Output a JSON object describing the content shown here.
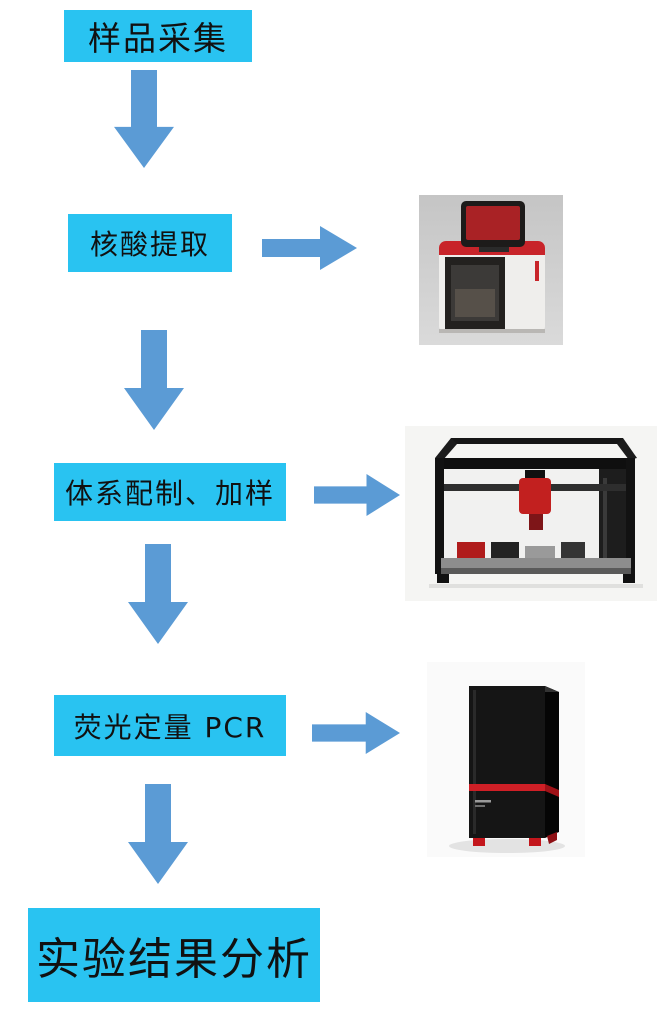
{
  "diagram": {
    "title": "qPCR workflow flowchart",
    "steps": [
      {
        "id": "sample-collection",
        "label": "样品采集"
      },
      {
        "id": "nucleic-acid-extraction",
        "label": "核酸提取"
      },
      {
        "id": "system-prep-and-loading",
        "label": "体系配制、加样"
      },
      {
        "id": "fluorescence-qpcr",
        "label": "荧光定量 PCR"
      },
      {
        "id": "result-analysis",
        "label": "实验结果分析"
      }
    ],
    "arrows": [
      {
        "from": "sample-collection",
        "to": "nucleic-acid-extraction",
        "direction": "down"
      },
      {
        "from": "nucleic-acid-extraction",
        "to": "extractor-photo",
        "direction": "right"
      },
      {
        "from": "nucleic-acid-extraction",
        "to": "system-prep-and-loading",
        "direction": "down"
      },
      {
        "from": "system-prep-and-loading",
        "to": "liquid-handler-photo",
        "direction": "right"
      },
      {
        "from": "system-prep-and-loading",
        "to": "fluorescence-qpcr",
        "direction": "down"
      },
      {
        "from": "fluorescence-qpcr",
        "to": "qpcr-instrument-photo",
        "direction": "right"
      },
      {
        "from": "fluorescence-qpcr",
        "to": "result-analysis",
        "direction": "down"
      }
    ],
    "photos": [
      {
        "id": "extractor-photo",
        "icon": "nucleic-acid-extractor-photo"
      },
      {
        "id": "liquid-handler-photo",
        "icon": "liquid-handling-workstation-photo"
      },
      {
        "id": "qpcr-instrument-photo",
        "icon": "qpcr-instrument-photo"
      }
    ]
  },
  "colors": {
    "step_box_fill": "#29c3f1",
    "arrow_fill": "#5b9bd5",
    "text": "#111111"
  }
}
